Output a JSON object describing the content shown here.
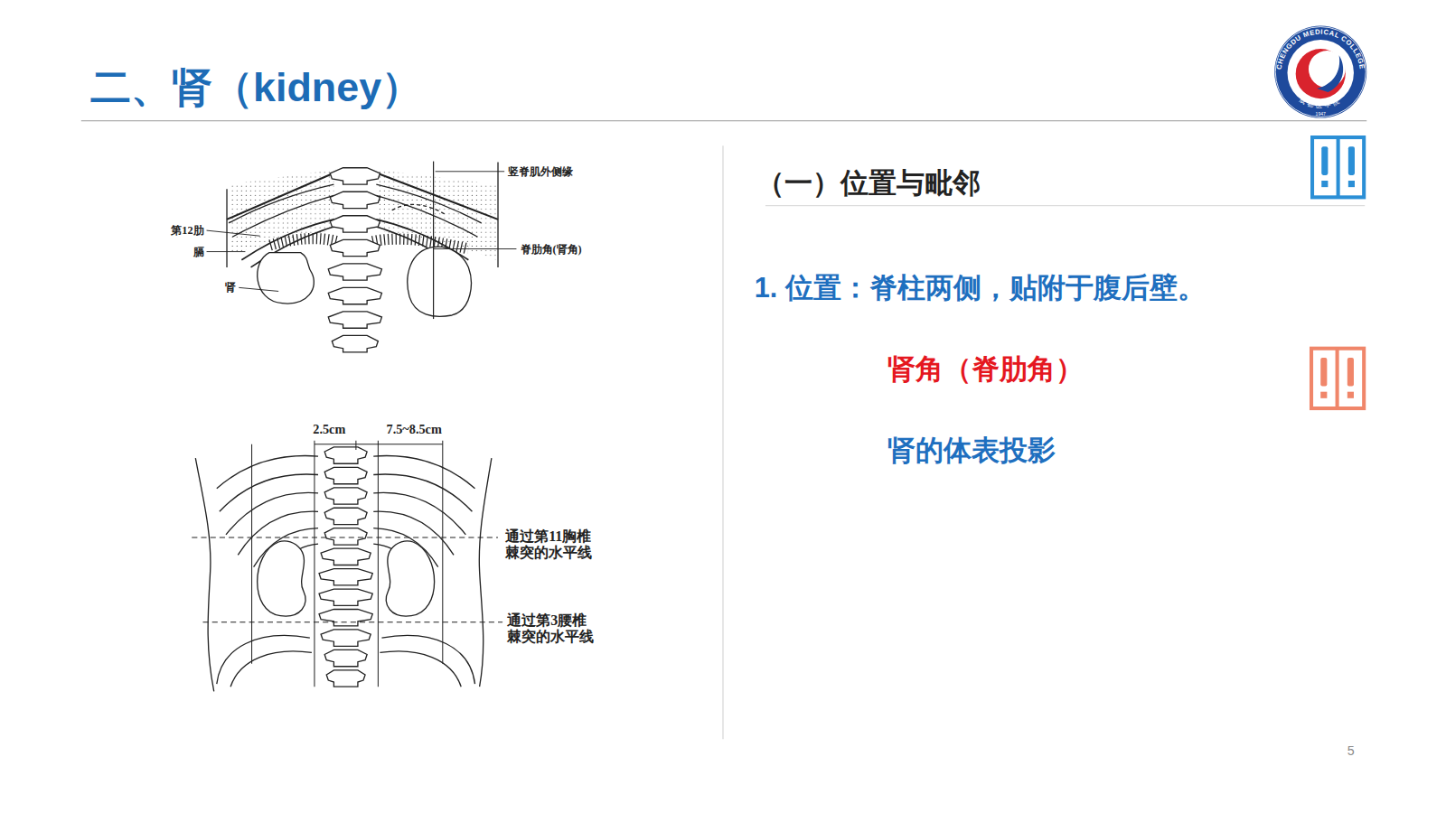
{
  "diagram": {
    "title": "二、肾（kidney）",
    "labels": [
      "CHENGDU MEDICAL COLLEGE",
      "成都医学院",
      "1947",
      "竖脊肌外侧缘",
      "第12肋",
      "膈",
      "脊肋角(肾角)",
      "肾",
      "2.5cm",
      "7.5~8.5cm",
      "通过第11胸椎棘突的水平线",
      "通过第3腰椎棘突的水平线",
      "（一）位置与毗邻",
      "1. 位置：脊柱两侧，贴附于腹后壁。",
      "肾角（脊肋角）",
      "肾的体表投影",
      "5"
    ]
  }
}
